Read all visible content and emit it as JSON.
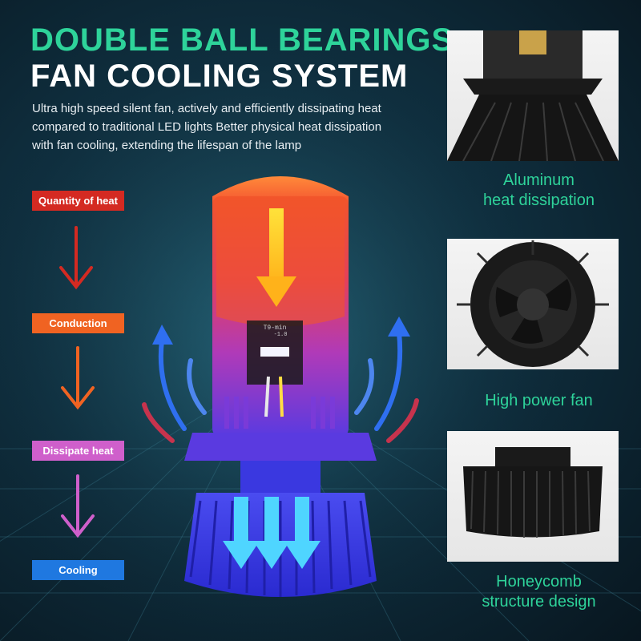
{
  "headline": {
    "line1": "DOUBLE BALL BEARINGS",
    "line2": "FAN COOLING SYSTEM"
  },
  "description": {
    "lines": [
      "Ultra high speed silent fan, actively and efficiently dissipating heat",
      "compared to traditional LED lights Better physical heat dissipation",
      "with fan cooling, extending the lifespan of the lamp"
    ]
  },
  "steps": [
    {
      "label": "Quantity of heat",
      "color": "#d42a22"
    },
    {
      "label": "Conduction",
      "color": "#f06322"
    },
    {
      "label": "Dissipate heat",
      "color": "#cf5fcb"
    },
    {
      "label": "Cooling",
      "color": "#1f78e0"
    }
  ],
  "bulb": {
    "chip_text_1": "T9-min",
    "chip_text_2": "-1.0"
  },
  "features": [
    {
      "caption_line1": "Aluminum",
      "caption_line2": "heat dissipation"
    },
    {
      "caption_line1": "High power fan",
      "caption_line2": ""
    },
    {
      "caption_line1": "Honeycomb",
      "caption_line2": "structure design"
    }
  ],
  "colors": {
    "accent_green": "#2ed39a",
    "headline_white": "#ffffff"
  }
}
